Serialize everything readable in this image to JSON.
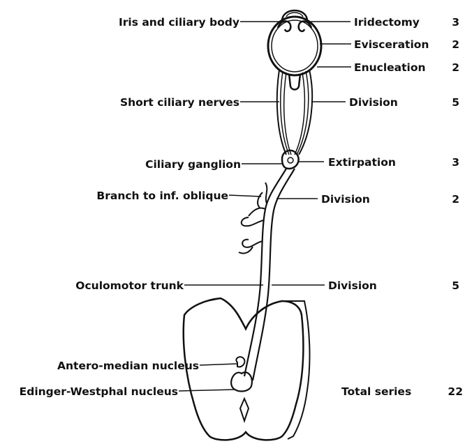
{
  "left_labels": [
    {
      "id": "iris",
      "text": "Iris and ciliary body"
    },
    {
      "id": "short-ciliary",
      "text": "Short ciliary nerves"
    },
    {
      "id": "ganglion",
      "text": "Ciliary ganglion"
    },
    {
      "id": "inf-oblique",
      "text": "Branch to inf. oblique"
    },
    {
      "id": "trunk",
      "text": "Oculomotor trunk"
    },
    {
      "id": "antero-median",
      "text": "Antero-median nucleus"
    },
    {
      "id": "edinger",
      "text": "Edinger-Westphal nucleus"
    }
  ],
  "procedures": [
    {
      "id": "iridectomy",
      "name": "Iridectomy",
      "count": "3"
    },
    {
      "id": "evisceration",
      "name": "Evisceration",
      "count": "2"
    },
    {
      "id": "enucleation",
      "name": "Enucleation",
      "count": "2"
    },
    {
      "id": "division-1",
      "name": "Division",
      "count": "5"
    },
    {
      "id": "extirpation",
      "name": "Extirpation",
      "count": "3"
    },
    {
      "id": "division-2",
      "name": "Division",
      "count": "2"
    },
    {
      "id": "division-3",
      "name": "Division",
      "count": "5"
    }
  ],
  "total": {
    "label": "Total series",
    "count": "22"
  }
}
